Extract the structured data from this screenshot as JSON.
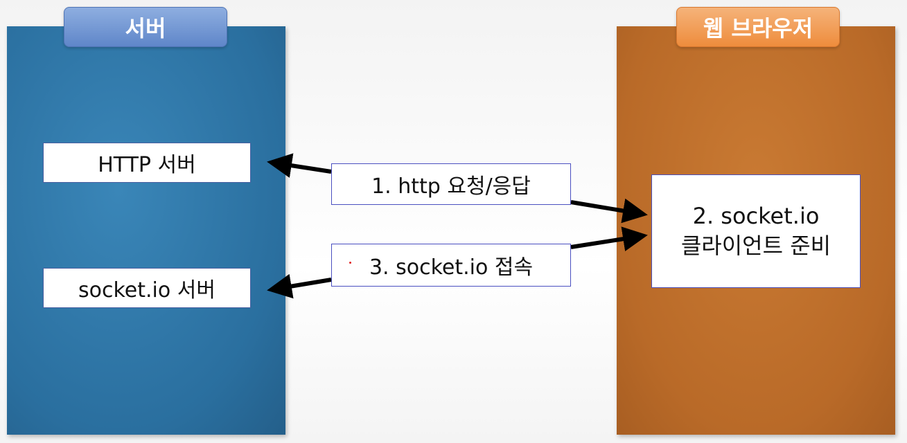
{
  "server": {
    "tab_label": "서버",
    "http_box": "HTTP 서버",
    "socketio_box": "socket.io 서버"
  },
  "browser": {
    "tab_label": "웹 브라우저",
    "client_line1": "2. socket.io",
    "client_line2": "클라이언트 준비"
  },
  "steps": {
    "step1": "1. http 요청/응답",
    "step3": "3. socket.io 접속"
  },
  "colors": {
    "server_panel": "#2a6f9f",
    "server_tab": "#6f92d0",
    "browser_panel": "#b96a28",
    "browser_tab": "#ee8c3c",
    "arrow": "#000000"
  }
}
